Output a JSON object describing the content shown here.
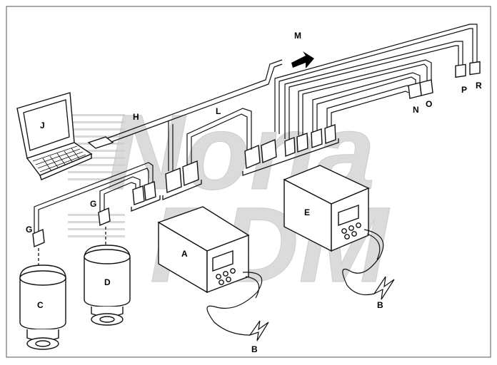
{
  "labels": {
    "A": "A",
    "B": "B",
    "C": "C",
    "D": "D",
    "E": "E",
    "G": "G",
    "H": "H",
    "J": "J",
    "L": "L",
    "M": "M",
    "N": "N",
    "O": "O",
    "P": "P",
    "R": "R"
  },
  "watermark": {
    "line1": "Nona",
    "line2": "PDM"
  },
  "colors": {
    "line": "#111111",
    "watermark": "#c8c8c8",
    "border": "#555555"
  }
}
